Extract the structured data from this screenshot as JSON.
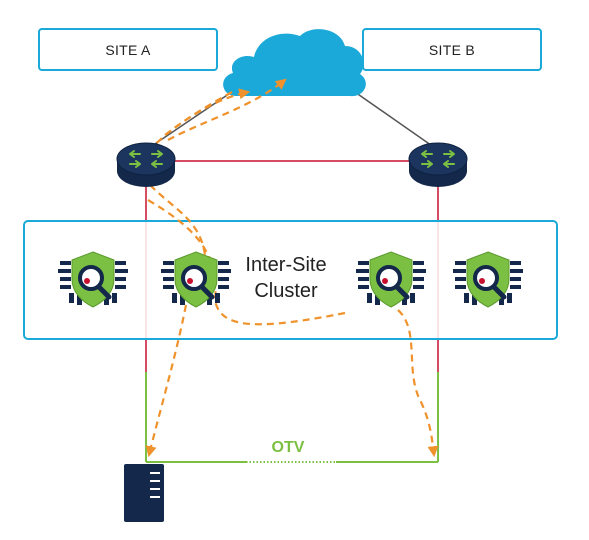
{
  "sites": {
    "site_a": "SITE A",
    "site_b": "SITE B"
  },
  "cluster": {
    "label_line1": "Inter-Site",
    "label_line2": "Cluster"
  },
  "link": {
    "label": "OTV"
  },
  "icons": {
    "cloud": "cloud-icon",
    "router": "router-icon",
    "sensor": "shield-magnifier-icon",
    "server": "server-icon"
  },
  "colors": {
    "site_border": "#1aa9d8",
    "cloud": "#1aa9d8",
    "router_body": "#13284a",
    "router_arrows": "#7bc043",
    "red_link": "#c8102e",
    "green_link": "#7bc043",
    "traffic": "#f0922b",
    "shield": "#7bc043",
    "server": "#13284a"
  }
}
